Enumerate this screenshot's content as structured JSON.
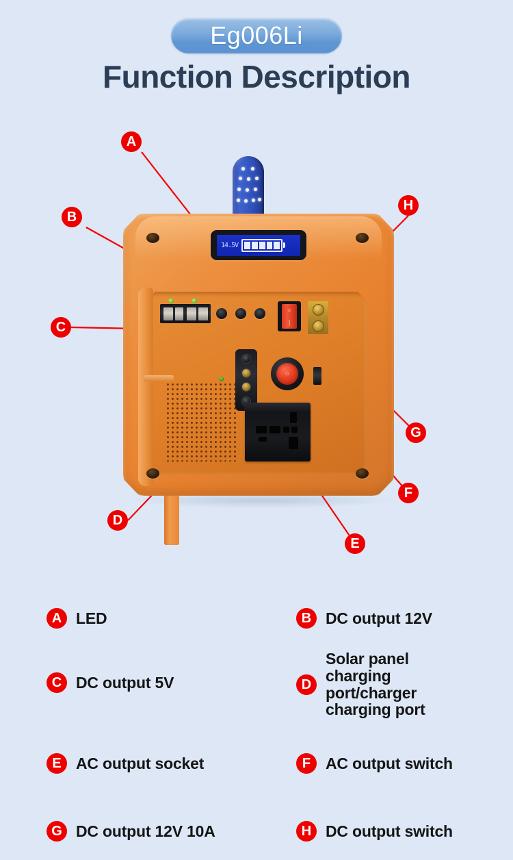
{
  "header": {
    "badge_label": "Eg006Li",
    "title": "Function Description"
  },
  "colors": {
    "background": "#dde7f5",
    "badge_blue": "#5e95d2",
    "title_navy": "#2c3e56",
    "marker_red": "#ee0000",
    "product_orange": "#e8832f",
    "lcd_blue": "#1a31c8",
    "led_lamp_blue": "#2f51bb"
  },
  "product": {
    "name": "portable-solar-generator",
    "lcd": {
      "voltage_reading": "14.5V",
      "battery_bars": 5
    },
    "led_lamp": "blue-led-light-panel"
  },
  "callouts": [
    {
      "id": "A",
      "label": "A"
    },
    {
      "id": "B",
      "label": "B"
    },
    {
      "id": "C",
      "label": "C"
    },
    {
      "id": "D",
      "label": "D"
    },
    {
      "id": "E",
      "label": "E"
    },
    {
      "id": "F",
      "label": "F"
    },
    {
      "id": "G",
      "label": "G"
    },
    {
      "id": "H",
      "label": "H"
    }
  ],
  "legend": [
    {
      "key": "A",
      "text": "LED"
    },
    {
      "key": "B",
      "text": "DC output 12V"
    },
    {
      "key": "C",
      "text": "DC output 5V"
    },
    {
      "key": "D",
      "text": "Solar panel charging port/charger charging port"
    },
    {
      "key": "E",
      "text": "AC output socket"
    },
    {
      "key": "F",
      "text": "AC output switch"
    },
    {
      "key": "G",
      "text": "DC output 12V 10A"
    },
    {
      "key": "H",
      "text": "DC output switch"
    }
  ]
}
